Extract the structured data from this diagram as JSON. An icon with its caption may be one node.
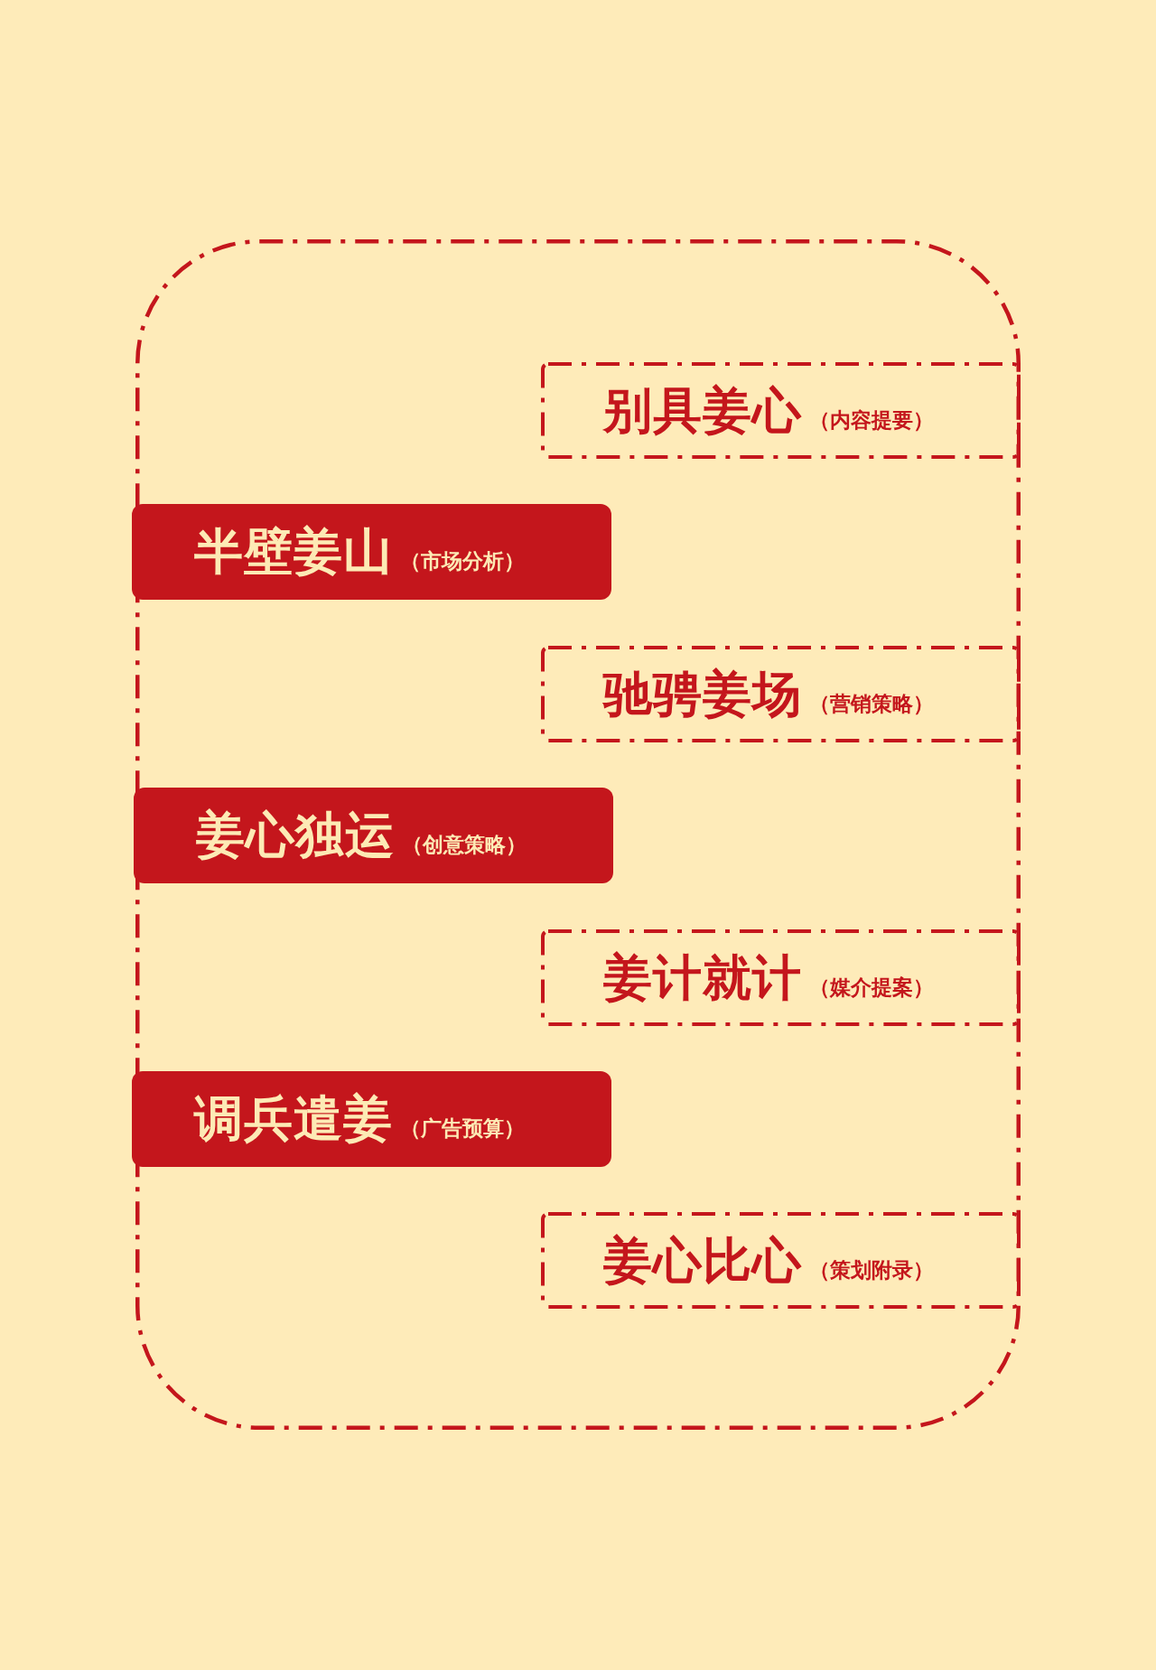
{
  "diagram": {
    "nodes": [
      {
        "text": [],
        "shape": "box"
      },
      {
        "text": [
          "别具姜心",
          "（内容提要）"
        ],
        "in": 0
      },
      {
        "text": [
          "半壁姜山",
          "（市场分析）"
        ],
        "in": 0
      },
      {
        "text": [
          "驰骋姜场",
          "（营销策略）"
        ],
        "in": 0
      },
      {
        "text": [
          "姜心独运",
          "（创意策略）"
        ],
        "in": 0
      },
      {
        "text": [
          "姜计就计",
          "（媒介提案）"
        ],
        "in": 0
      },
      {
        "text": [
          "调兵遣姜",
          "（广告预算）"
        ],
        "in": 0
      },
      {
        "text": [
          "姜心比心",
          "（策划附录）"
        ],
        "in": 0
      }
    ]
  }
}
